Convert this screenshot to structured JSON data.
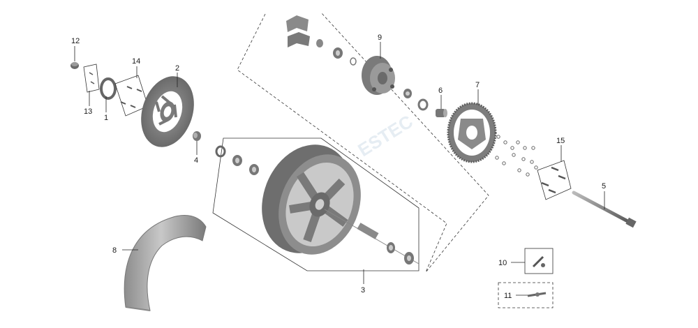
{
  "watermark": "ESTEC",
  "callouts": {
    "c1": "1",
    "c2": "2",
    "c3": "3",
    "c4": "4",
    "c5": "5",
    "c6": "6",
    "c7": "7",
    "c8": "8",
    "c9": "9",
    "c10": "10",
    "c11": "11",
    "c12": "12",
    "c13": "13",
    "c14": "14",
    "c15": "15"
  },
  "colors": {
    "part_dark": "#5e5e5e",
    "part_mid": "#8c8c8c",
    "part_light": "#bdbdbd",
    "line": "#222222"
  }
}
